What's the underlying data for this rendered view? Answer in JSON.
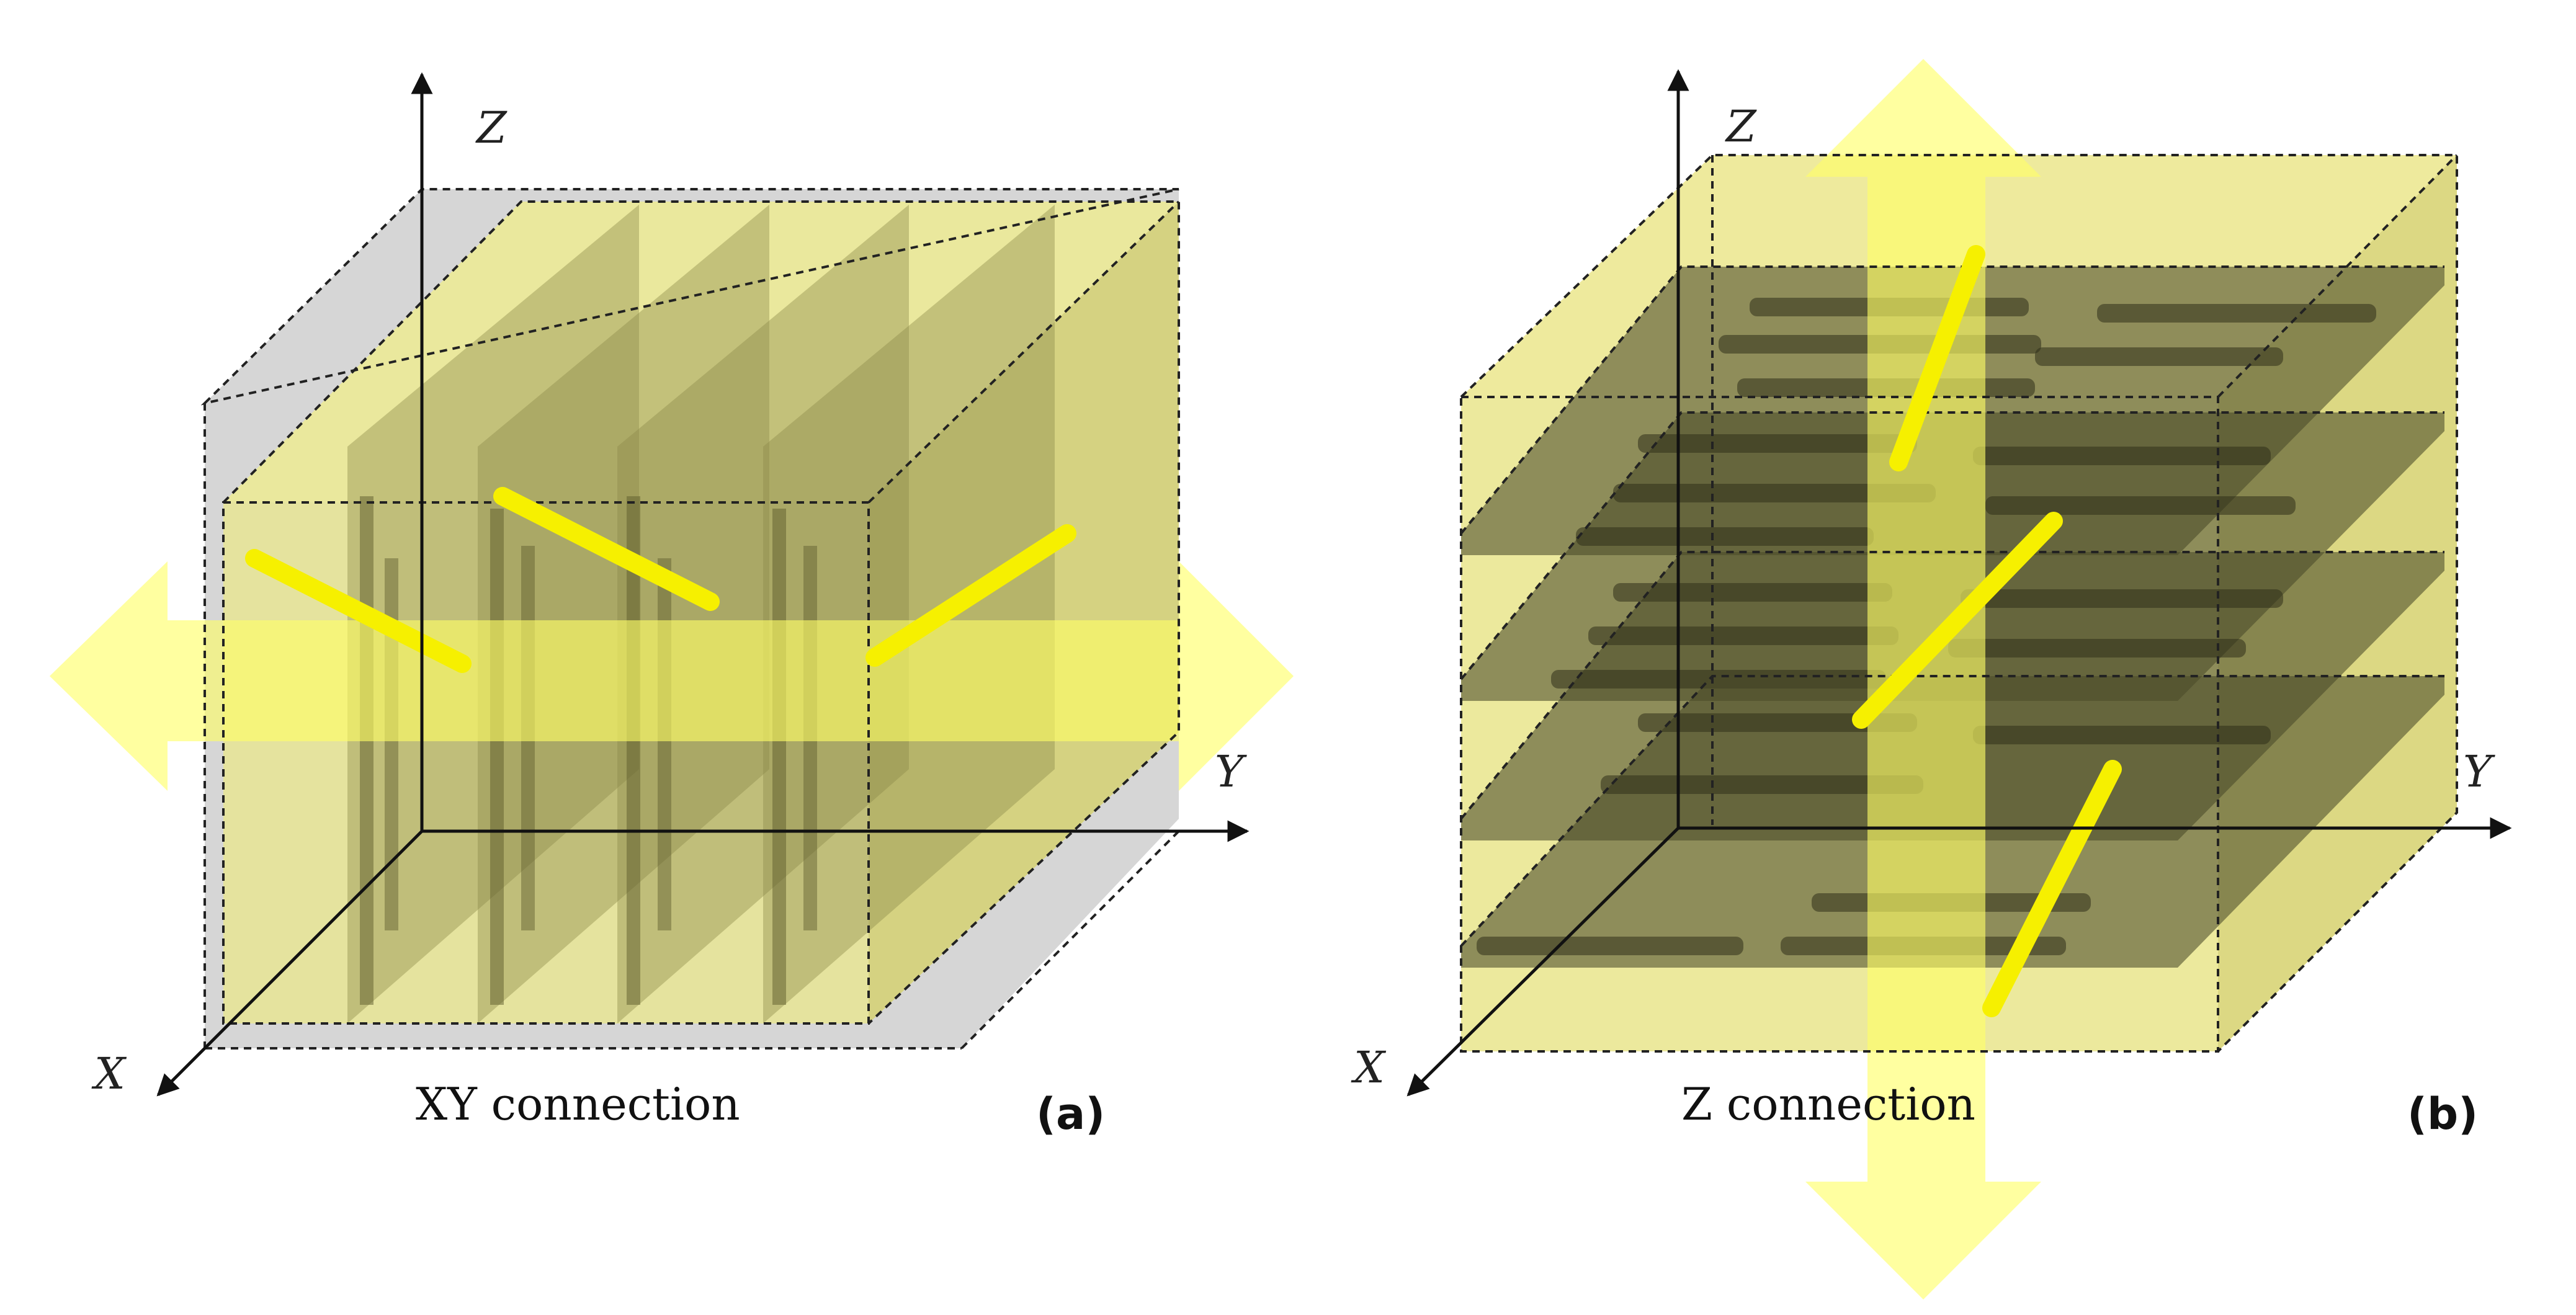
{
  "panels": [
    {
      "id": "a",
      "letter": "(a)",
      "caption": "XY connection",
      "axes": {
        "x": "X",
        "y": "Y",
        "z": "Z"
      }
    },
    {
      "id": "b",
      "letter": "(b)",
      "caption": "Z connection",
      "axes": {
        "x": "X",
        "y": "Y",
        "z": "Z"
      }
    }
  ],
  "colors": {
    "fiber": "#f6f000",
    "arrow": "#ffff66",
    "box_fill": "#e9e690",
    "sheet": "#8c8a4a",
    "layer": "#4a4a2a",
    "background_box": "#cfcfcf"
  }
}
